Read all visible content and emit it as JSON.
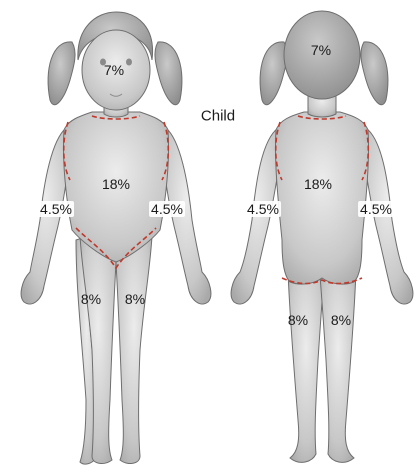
{
  "caption": "Child",
  "front": {
    "head": "7%",
    "trunk": "18%",
    "left_arm": "4.5%",
    "right_arm": "4.5%",
    "left_leg": "8%",
    "right_leg": "8%"
  },
  "back": {
    "head": "7%",
    "trunk": "18%",
    "left_arm": "4.5%",
    "right_arm": "4.5%",
    "left_leg": "8%",
    "right_leg": "8%"
  },
  "colors": {
    "skin": "#bcbcbc",
    "skin_highlight": "#e6e6e6",
    "outline": "#6e6e6e",
    "hair": "#9a9a9a",
    "boundary": "#c0392b"
  }
}
